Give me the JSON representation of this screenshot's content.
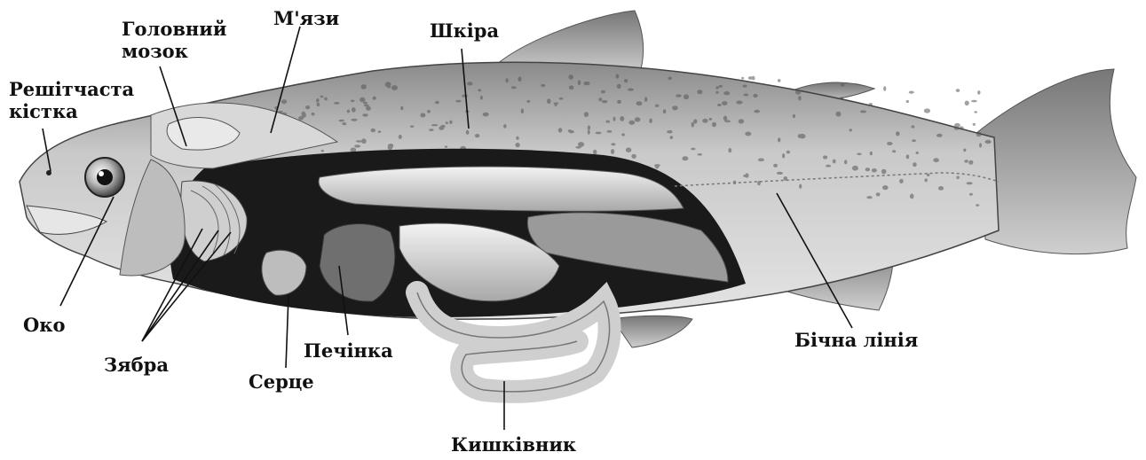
{
  "diagram": {
    "labels": {
      "reshitchasta_kistka": [
        "Решітчаста",
        "кістка"
      ],
      "holovnyi_mozok": [
        "Головний",
        "мозок"
      ],
      "miazy": "М'язи",
      "shkira": "Шкіра",
      "oko": "Око",
      "ziabra": "Зябра",
      "sertse": "Серце",
      "pechinka": "Печінка",
      "kyshkivnyk": "Кишківник",
      "bichna_liniia": "Бічна лінія"
    }
  }
}
